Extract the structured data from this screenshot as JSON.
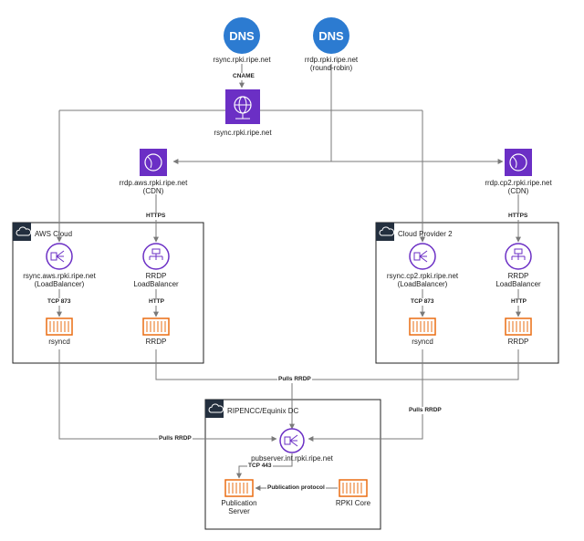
{
  "colors": {
    "dns": "#2c7bd1",
    "purple": "#6b2fc5",
    "orange": "#ea6d12",
    "line": "#7a7a7a",
    "group_border": "#222222"
  },
  "nodes": {
    "dns_rsync": {
      "label": "rsync.rpki.ripe.net",
      "icon": "DNS"
    },
    "dns_rrdp": {
      "label1": "rrdp.rpki.ripe.net",
      "label2": "(round-robin)",
      "icon": "DNS"
    },
    "rsync_svc": {
      "label": "rsync.rpki.ripe.net"
    },
    "cdn_aws": {
      "label1": "rrdp.aws.rpki.ripe.net",
      "label2": "(CDN)"
    },
    "cdn_cp2": {
      "label1": "rrdp.cp2.rpki.ripe.net",
      "label2": "(CDN)"
    },
    "aws_lb_rsync": {
      "label1": "rsync.aws.rpki.ripe.net",
      "label2": "(LoadBalancer)"
    },
    "aws_lb_rrdp": {
      "label1": "RRDP",
      "label2": "LoadBalancer"
    },
    "aws_rsyncd": {
      "label": "rsyncd"
    },
    "aws_rrdp": {
      "label": "RRDP"
    },
    "cp2_lb_rsync": {
      "label1": "rsync.cp2.rpki.ripe.net",
      "label2": "(LoadBalancer)"
    },
    "cp2_lb_rrdp": {
      "label1": "RRDP",
      "label2": "LoadBalancer"
    },
    "cp2_rsyncd": {
      "label": "rsyncd"
    },
    "cp2_rrdp": {
      "label": "RRDP"
    },
    "pubserver_lb": {
      "label": "pubserver.int.rpki.ripe.net"
    },
    "pub_server": {
      "label1": "Publication",
      "label2": "Server"
    },
    "rpki_core": {
      "label": "RPKI Core"
    }
  },
  "groups": {
    "aws": "AWS Cloud",
    "cp2": "Cloud Provider 2",
    "ripe": "RIPENCC/Equinix DC"
  },
  "edges": {
    "cname": "CNAME",
    "https_aws": "HTTPS",
    "https_cp2": "HTTPS",
    "tcp873_aws": "TCP 873",
    "http_aws": "HTTP",
    "tcp873_cp2": "TCP 873",
    "http_cp2": "HTTP",
    "pulls_rrdp_top": "Pulls RRDP",
    "pulls_rrdp_left": "Pulls RRDP",
    "pulls_rrdp_right": "Pulls RRDP",
    "tcp443": "TCP 443",
    "publication": "Publication protocol"
  }
}
